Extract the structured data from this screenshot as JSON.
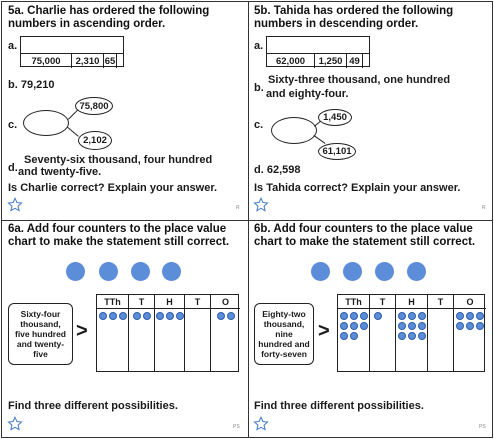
{
  "q5a": {
    "title_line1": "5a. Charlie has ordered the following",
    "title_line2": "numbers in ascending order.",
    "a_label": "a.",
    "a_values": [
      "75,000",
      "2,310",
      "65"
    ],
    "b_label": "b. 79,210",
    "c_label": "c.",
    "c_values": [
      "75,800",
      "2,102"
    ],
    "d_label": "d.",
    "d_line1": "Seventy-six thousand, four hundred",
    "d_line2": "and twenty-five.",
    "question": "Is Charlie correct? Explain your answer.",
    "tag": "R"
  },
  "q5b": {
    "title_line1": "5b. Tahida has ordered the following",
    "title_line2": "numbers in descending order.",
    "a_label": "a.",
    "a_values": [
      "62,000",
      "1,250",
      "49"
    ],
    "b_label": "b.",
    "b_line1": "Sixty-three thousand, one hundred",
    "b_line2": "and eighty-four.",
    "c_label": "c.",
    "c_values": [
      "1,450",
      "61,101"
    ],
    "d_label": "d. 62,598",
    "question": "Is Tahida correct? Explain your answer.",
    "tag": "R"
  },
  "q6a": {
    "title_line1": "6a. Add four counters to the place value",
    "title_line2": "chart to make the statement still correct.",
    "words": [
      "Sixty-four",
      "thousand,",
      "five hundred",
      "and twenty-",
      "five"
    ],
    "symbol": ">",
    "headers": [
      "TTh",
      "T",
      "H",
      "T",
      "O"
    ],
    "counts": [
      3,
      2,
      3,
      0,
      2
    ],
    "prompt": "Find three different possibilities.",
    "tag": "PS"
  },
  "q6b": {
    "title_line1": "6b. Add four counters to the place value",
    "title_line2": "chart to make the statement still correct.",
    "words": [
      "Eighty-two",
      "thousand,",
      "nine",
      "hundred and",
      "forty-seven"
    ],
    "symbol": ">",
    "headers": [
      "TTh",
      "T",
      "H",
      "T",
      "O"
    ],
    "counts": [
      8,
      1,
      9,
      0,
      6
    ],
    "prompt": "Find three different possibilities.",
    "tag": "PS"
  },
  "colors": {
    "counter": "#5b8dd9",
    "star": "#4a7fc8"
  }
}
